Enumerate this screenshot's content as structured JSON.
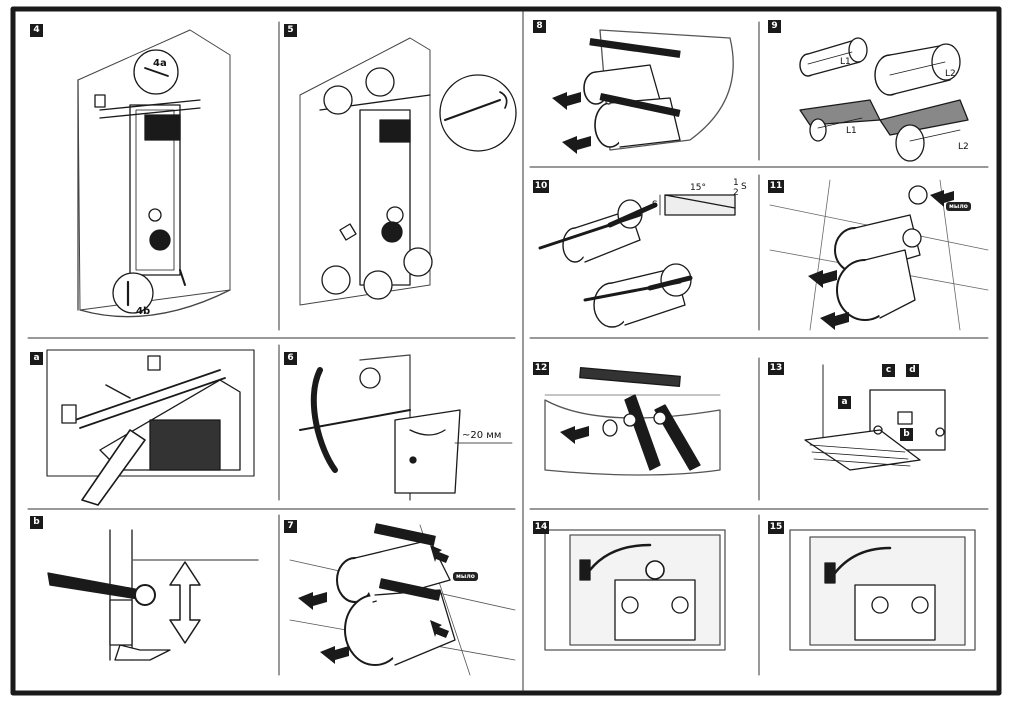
{
  "steps": {
    "s4": "4",
    "s5": "5",
    "s8": "8",
    "s9": "9",
    "sa": "a",
    "s6": "6",
    "s10": "10",
    "s11": "11",
    "sb": "b",
    "s7": "7",
    "s12": "12",
    "s13": "13",
    "s14": "14",
    "s15": "15"
  },
  "annotations": {
    "a4": "4a",
    "b4": "4b",
    "dist": "~20 мм",
    "l1_top": "L1",
    "l2_top": "L2",
    "l1_bottom": "L1",
    "l2_bottom": "L2",
    "angle": "15°",
    "s_left": "S",
    "s_right": "S",
    "frac_num": "1",
    "frac_den": "2",
    "c": "c",
    "d": "d",
    "a": "a",
    "b": "b"
  },
  "product_tag": "мыло",
  "colors": {
    "ink": "#1a1a1a",
    "frame": "#1a1a1a",
    "paper": "#ffffff",
    "grid": "#555555"
  },
  "icons": [
    "arrow-right-icon",
    "wrench-icon",
    "updown-arrow-icon",
    "level-icon",
    "soap-icon"
  ]
}
